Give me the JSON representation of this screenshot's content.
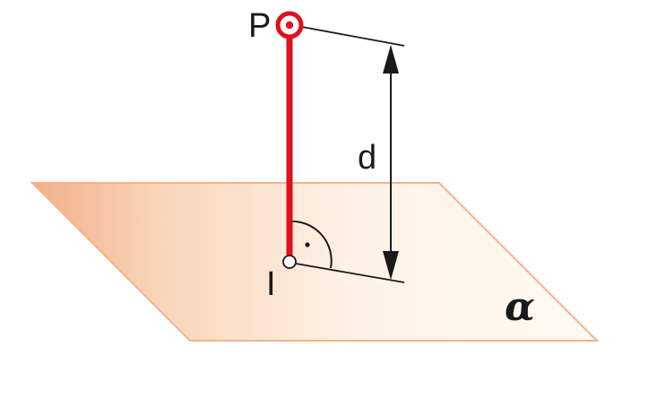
{
  "labels": {
    "point": "P",
    "foot": "I",
    "distance": "d",
    "plane": "α"
  },
  "colors": {
    "perpendicular": "#e0101e",
    "plane_edge": "#f0a878",
    "plane_light": "#fef9f1",
    "ink": "#1a1a1a"
  }
}
